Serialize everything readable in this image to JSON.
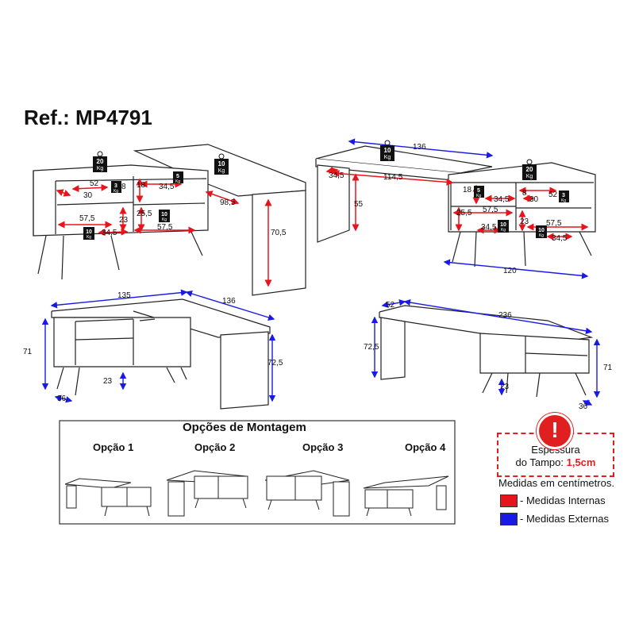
{
  "reference": "Ref.: MP4791",
  "weights": {
    "w20": "20",
    "w10": "10",
    "w3": "3",
    "w5": "5",
    "kg": "Kg"
  },
  "internal_dims": {
    "d52": "52",
    "d8": "8",
    "d30": "30",
    "d18": "18",
    "d34_5": "34,5",
    "d57_5": "57,5",
    "d23": "23",
    "d25_5": "25,5",
    "d114_5": "114,5",
    "d55": "55",
    "d70_5": "70,5",
    "d98_5": "98,5"
  },
  "external_dims": {
    "d136": "136",
    "d135": "135",
    "d120": "120",
    "d71": "71",
    "d72_5": "72,5",
    "d36": "36",
    "d23": "23",
    "d52": "52",
    "d236": "236"
  },
  "assembly": {
    "title": "Opções de Montagem",
    "options": [
      "Opção 1",
      "Opção 2",
      "Opção 3",
      "Opção 4"
    ]
  },
  "note": {
    "line1": "Espessura",
    "line2_prefix": "do Tampo:",
    "line2_value": "1,5cm",
    "alert_symbol": "!"
  },
  "legend": {
    "units": "Medidas em centímetros.",
    "internal": "- Medidas Internas",
    "external": "- Medidas Externas",
    "internal_color": "#e8141c",
    "external_color": "#1a1ae6"
  }
}
